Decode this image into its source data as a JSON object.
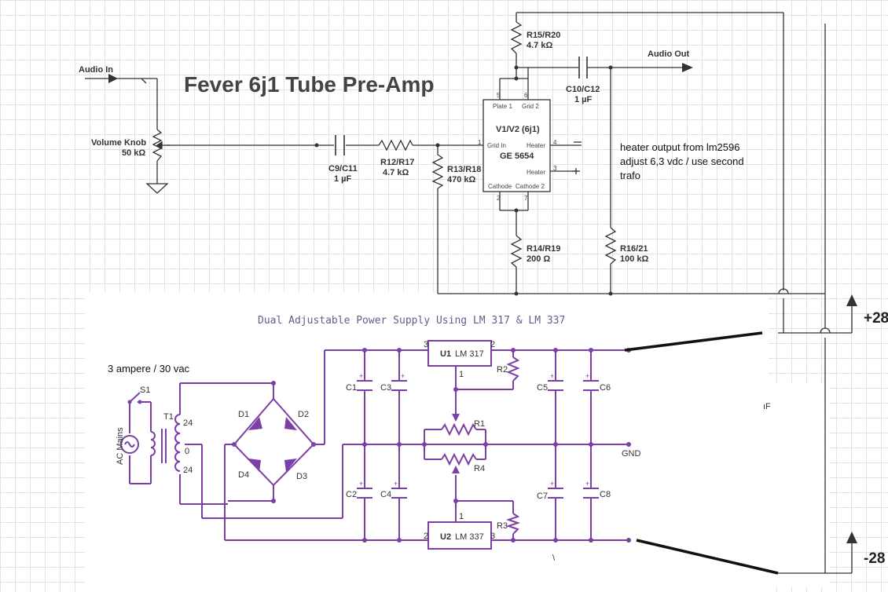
{
  "preamp": {
    "title": "Fever 6j1 Tube Pre-Amp",
    "audio_in": "Audio In",
    "audio_out": "Audio Out",
    "volume": {
      "name": "Volume Knob",
      "value": "50 kΩ"
    },
    "c9": {
      "name": "C9/C11",
      "value": "1 µF"
    },
    "r12": {
      "name": "R12/R17",
      "value": "4.7 kΩ"
    },
    "r13": {
      "name": "R13/R18",
      "value": "470 kΩ"
    },
    "r15": {
      "name": "R15/R20",
      "value": "4.7 kΩ"
    },
    "c10": {
      "name": "C10/C12",
      "value": "1 µF"
    },
    "r14": {
      "name": "R14/R19",
      "value": "200 Ω"
    },
    "r16": {
      "name": "R16/21",
      "value": "100 kΩ"
    },
    "tube": {
      "name": "V1/V2 (6j1)",
      "part": "GE 5654",
      "plate1": "Plate 1",
      "grid2": "Grid 2",
      "grid_in": "Grid In",
      "heater1": "Heater",
      "heater2": "Heater",
      "cathode1": "Cathode",
      "cathode2": "Cathode 2",
      "pins": {
        "p1": "1",
        "p2": "2",
        "p3": "3",
        "p4": "4",
        "p5": "5",
        "p6": "6",
        "p7": "7"
      }
    },
    "heater_note": [
      "heater output from lm2596",
      "adjust 6,3 vdc / use second",
      "trafo"
    ]
  },
  "psu": {
    "title": "Dual Adjustable Power Supply Using LM 317 & LM 337",
    "transformer_note": "3 ampere / 30 vac",
    "s1": "S1",
    "t1": "T1",
    "ac_mains": "AC Mains",
    "taps": {
      "top": "24",
      "mid": "0",
      "bot": "24"
    },
    "diodes": [
      "D1",
      "D2",
      "D3",
      "D4"
    ],
    "caps": [
      "C1",
      "C3",
      "C5",
      "C6",
      "C2",
      "C4",
      "C7",
      "C8"
    ],
    "u1": {
      "name": "U1",
      "part": "LM 317",
      "pin_in": "3",
      "pin_out": "2",
      "pin_adj": "1"
    },
    "u2": {
      "name": "U2",
      "part": "LM 337",
      "pin_in": "2",
      "pin_out": "3",
      "pin_adj": "1"
    },
    "resistors": [
      "R1",
      "R2",
      "R3",
      "R4"
    ],
    "gnd": "GND",
    "plus": "+28",
    "minus": "-28",
    "plus_sign": "+",
    "stray_uf": "ıF",
    "stray_tick": "\\"
  },
  "colors": {
    "wire": "#333333",
    "psu_wire": "#7b3fa6",
    "title": "#444444",
    "psu_title": "#6a5a8c"
  }
}
